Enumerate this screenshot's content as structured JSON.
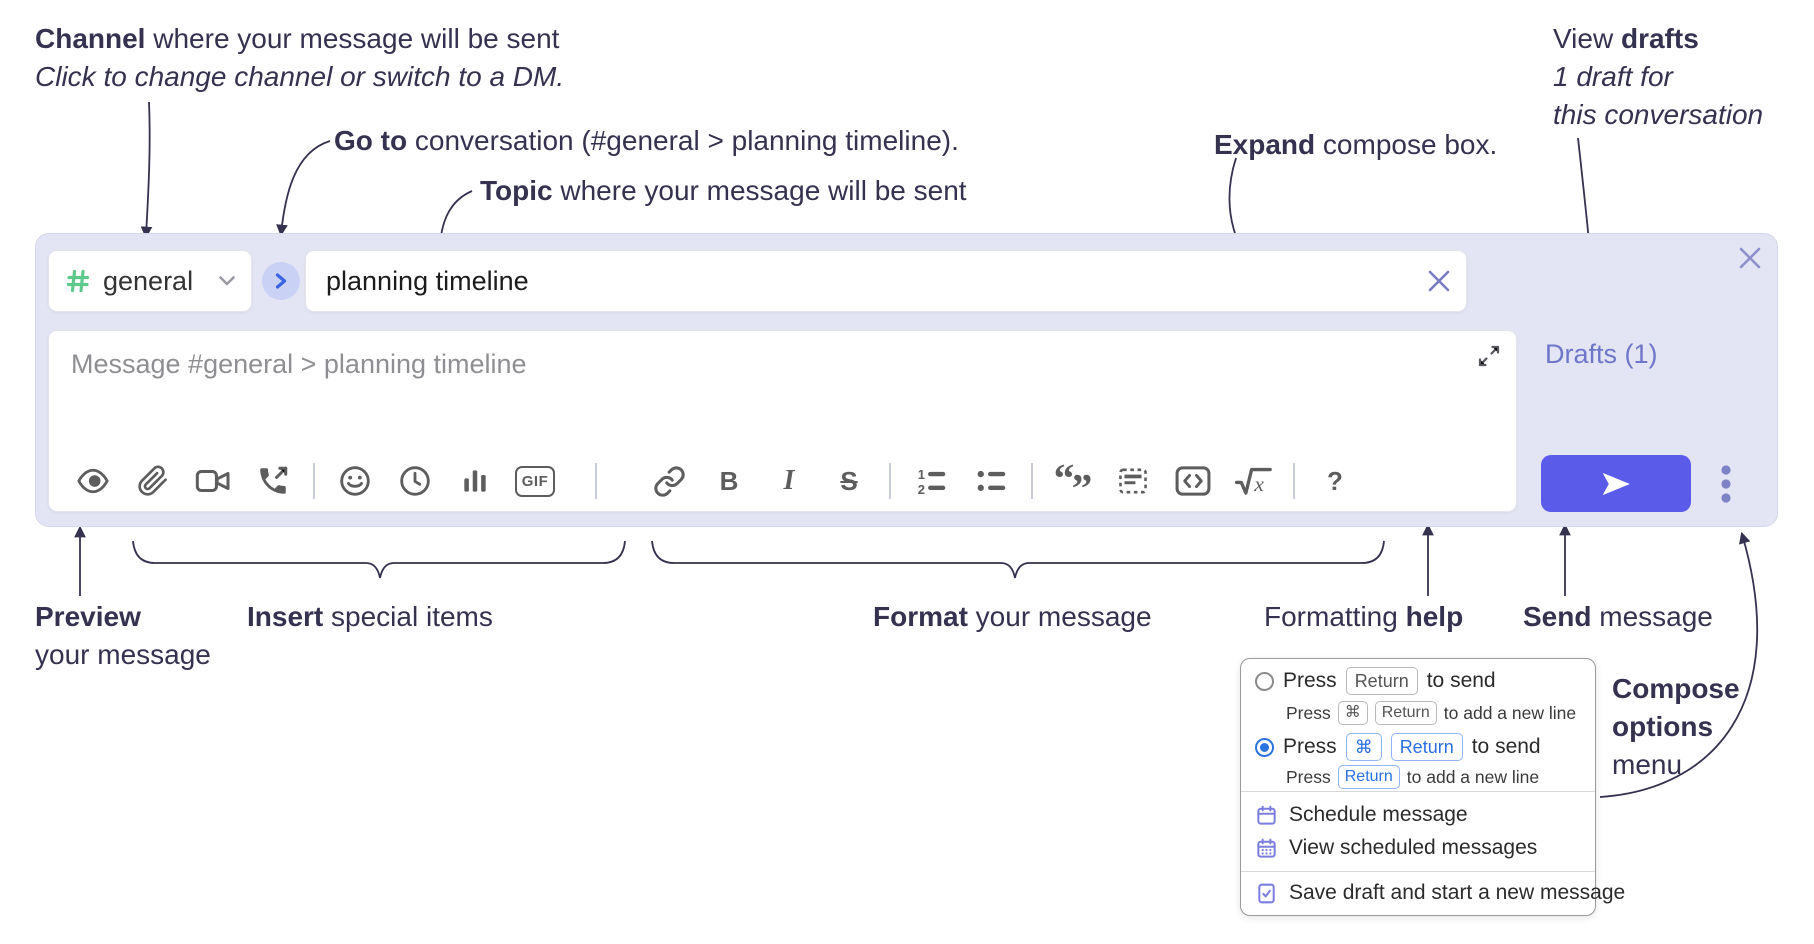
{
  "annotations": {
    "channel": {
      "bold": "Channel",
      "rest": " where your message will be sent",
      "line2": "Click to change channel or switch to a DM."
    },
    "goto": {
      "bold": "Go to",
      "rest": " conversation (#general > planning timeline)."
    },
    "topic": {
      "bold": "Topic",
      "rest": " where your message will be sent"
    },
    "drafts": {
      "pre": "View ",
      "bold": "drafts",
      "line2": "1 draft for",
      "line3": "this conversation"
    },
    "expand": {
      "bold": "Expand",
      "rest": " compose box."
    },
    "preview": {
      "line1": "Preview",
      "line2": "your message"
    },
    "insert": {
      "bold": "Insert",
      "rest": " special items"
    },
    "format": {
      "bold": "Format",
      "rest": " your message"
    },
    "formatting_help": {
      "pre": "Formatting ",
      "bold": "help"
    },
    "send": {
      "bold": "Send",
      "rest": " message"
    },
    "compose_options": {
      "line1": "Compose",
      "line2": "options",
      "line3": "menu"
    }
  },
  "compose": {
    "channel_name": "general",
    "topic_value": "planning timeline",
    "message_placeholder": "Message #general > planning timeline",
    "drafts_link": "Drafts (1)",
    "accent_color": "#5a5ce9",
    "hash_color": "#5fc98c",
    "drafts_color": "#6d76c9"
  },
  "toolbar": {
    "bold_label": "B",
    "italic_label": "I",
    "strike_label": "S",
    "gif_label": "GIF",
    "help_label": "?",
    "icons": [
      "preview",
      "attach-file",
      "start-video-call",
      "start-voice-call",
      "add-emoji",
      "add-global-time",
      "add-poll",
      "add-gif",
      "link",
      "bold",
      "italic",
      "strikethrough",
      "numbered-list",
      "bulleted-list",
      "quote",
      "spoiler",
      "code",
      "math",
      "message-formatting"
    ]
  },
  "popup": {
    "option1": {
      "press": "Press",
      "key": "Return",
      "suffix": "to send",
      "sub_press": "Press",
      "sub_key1": "⌘",
      "sub_key2": "Return",
      "sub_suffix": "to add a new line"
    },
    "option2": {
      "press": "Press",
      "key1": "⌘",
      "key2": "Return",
      "suffix": "to send",
      "sub_press": "Press",
      "sub_key": "Return",
      "sub_suffix": "to add a new line"
    },
    "items": [
      "Schedule message",
      "View scheduled messages",
      "Save draft and start a new message"
    ]
  }
}
